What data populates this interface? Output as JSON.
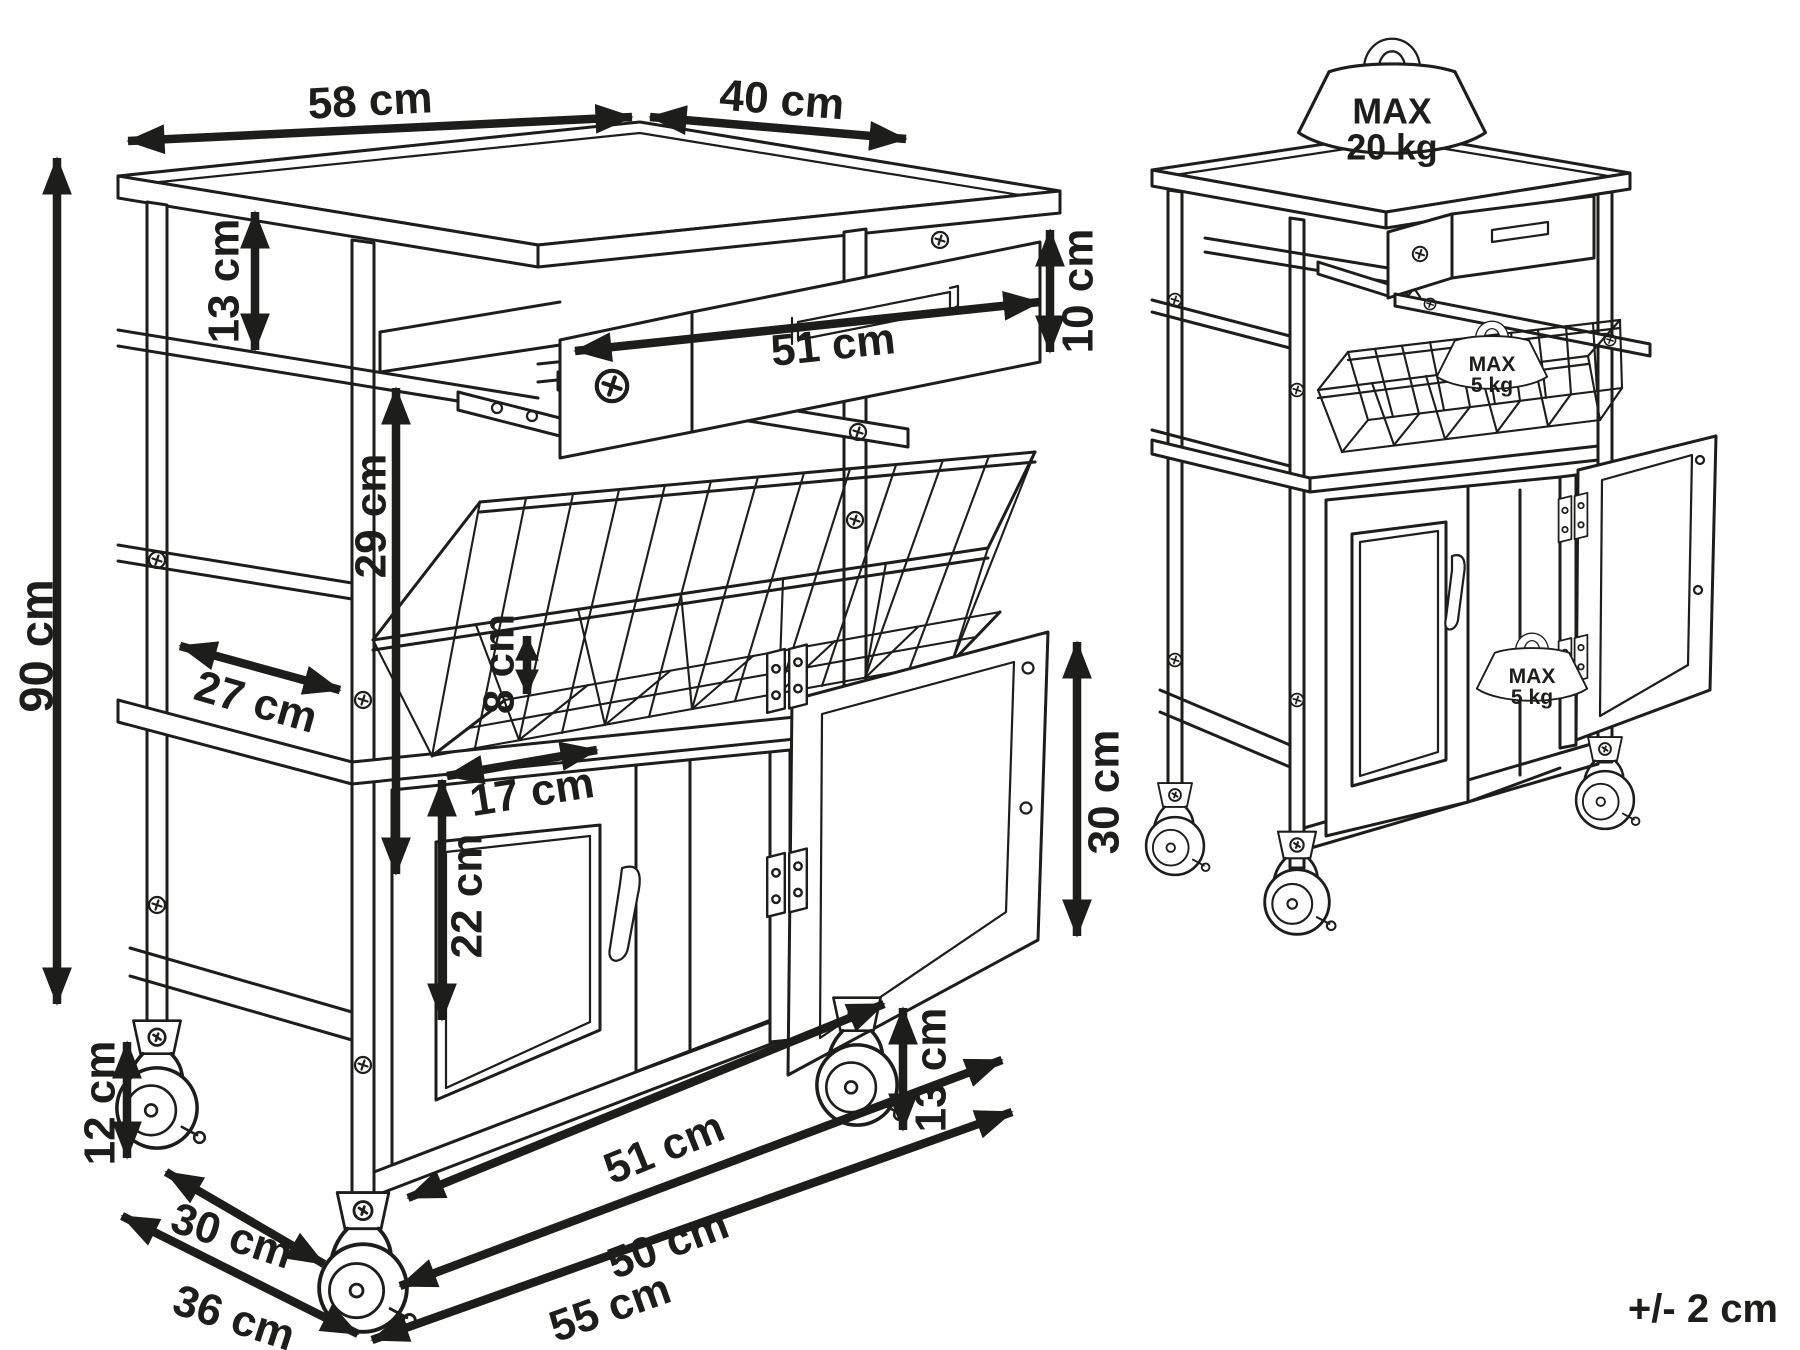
{
  "tolerance": "+/- 2 cm",
  "colors": {
    "ink": "#1d1d1b",
    "background": "#ffffff"
  },
  "left_view": {
    "name": "kitchen trolley dimensioned view",
    "dims": {
      "top_width": "58 cm",
      "top_depth": "40 cm",
      "apron_height": "13 cm",
      "drawer_front_height": "10 cm",
      "drawer_width": "51 cm",
      "mid_section_height": "29 cm",
      "side_inner_depth": "27 cm",
      "basket_to_shelf_gap": "8 cm",
      "door_panel_width": "17 cm",
      "door_panel_height": "22 cm",
      "door_height": "30 cm",
      "overall_height": "90 cm",
      "caster_height_left": "12 cm",
      "base_depth": "30 cm",
      "overall_depth": "36 cm",
      "cabinet_front_width": "51 cm",
      "base_width": "50 cm",
      "overall_width": "55 cm",
      "caster_height_right": "13 cm"
    }
  },
  "right_view": {
    "name": "kitchen trolley load capacity view",
    "loads": {
      "top": {
        "label": "MAX",
        "value": "20 kg"
      },
      "basket": {
        "label": "MAX",
        "value": "5 kg"
      },
      "cabinet": {
        "label": "MAX",
        "value": "5 kg"
      }
    }
  }
}
